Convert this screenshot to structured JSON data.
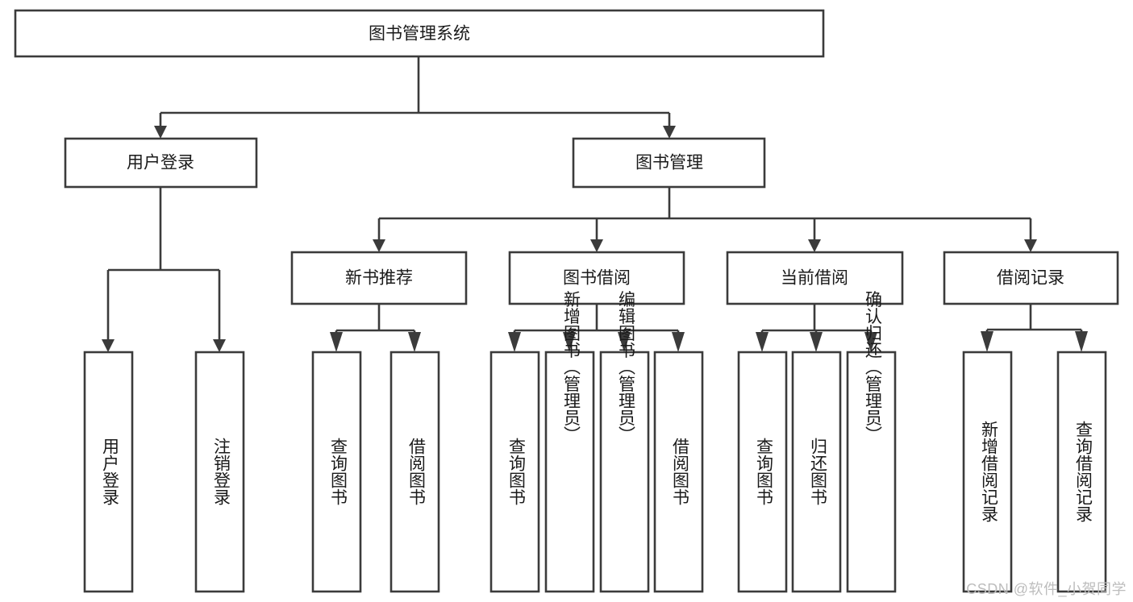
{
  "diagram": {
    "type": "tree-hierarchy-chart",
    "title": "图书管理系统",
    "orientation": "top-down",
    "colors": {
      "box_stroke": "#3b3b3b",
      "box_fill": "#ffffff",
      "text": "#1a1a1a",
      "connector": "#3b3b3b",
      "watermark": "#bdbdbd",
      "background": "#ffffff"
    },
    "levels": [
      {
        "level": 0,
        "nodes": [
          {
            "id": "root",
            "label": "图书管理系统",
            "orientation": "horizontal"
          }
        ]
      },
      {
        "level": 1,
        "nodes": [
          {
            "id": "login",
            "label": "用户登录",
            "orientation": "horizontal",
            "parent": "root"
          },
          {
            "id": "bookmgmt",
            "label": "图书管理",
            "orientation": "horizontal",
            "parent": "root"
          }
        ]
      },
      {
        "level": 2,
        "nodes": [
          {
            "id": "newbook",
            "label": "新书推荐",
            "orientation": "horizontal",
            "parent": "bookmgmt"
          },
          {
            "id": "borrow",
            "label": "图书借阅",
            "orientation": "horizontal",
            "parent": "bookmgmt"
          },
          {
            "id": "current",
            "label": "当前借阅",
            "orientation": "horizontal",
            "parent": "bookmgmt"
          },
          {
            "id": "records",
            "label": "借阅记录",
            "orientation": "horizontal",
            "parent": "bookmgmt"
          }
        ]
      },
      {
        "level": 3,
        "nodes": [
          {
            "id": "leaf-1",
            "label": "用户登录",
            "orientation": "vertical",
            "parent": "login"
          },
          {
            "id": "leaf-2",
            "label": "注销登录",
            "orientation": "vertical",
            "parent": "login"
          },
          {
            "id": "leaf-3",
            "label": "查询图书",
            "orientation": "vertical",
            "parent": "newbook"
          },
          {
            "id": "leaf-4",
            "label": "借阅图书",
            "orientation": "vertical",
            "parent": "newbook"
          },
          {
            "id": "leaf-5",
            "label": "查询图书",
            "orientation": "vertical",
            "parent": "borrow"
          },
          {
            "id": "leaf-6",
            "label": "新增图书（管理员）",
            "orientation": "vertical",
            "parent": "borrow"
          },
          {
            "id": "leaf-7",
            "label": "编辑图书（管理员）",
            "orientation": "vertical",
            "parent": "borrow"
          },
          {
            "id": "leaf-8",
            "label": "借阅图书",
            "orientation": "vertical",
            "parent": "borrow"
          },
          {
            "id": "leaf-9",
            "label": "查询图书",
            "orientation": "vertical",
            "parent": "current"
          },
          {
            "id": "leaf-10",
            "label": "归还图书",
            "orientation": "vertical",
            "parent": "current"
          },
          {
            "id": "leaf-11",
            "label": "确认归还（管理员）",
            "orientation": "vertical",
            "parent": "current"
          },
          {
            "id": "leaf-12",
            "label": "新增借阅记录",
            "orientation": "vertical",
            "parent": "records"
          },
          {
            "id": "leaf-13",
            "label": "查询借阅记录",
            "orientation": "vertical",
            "parent": "records"
          }
        ]
      }
    ]
  },
  "watermark": {
    "text": "CSDN @软件_小贺同学"
  }
}
